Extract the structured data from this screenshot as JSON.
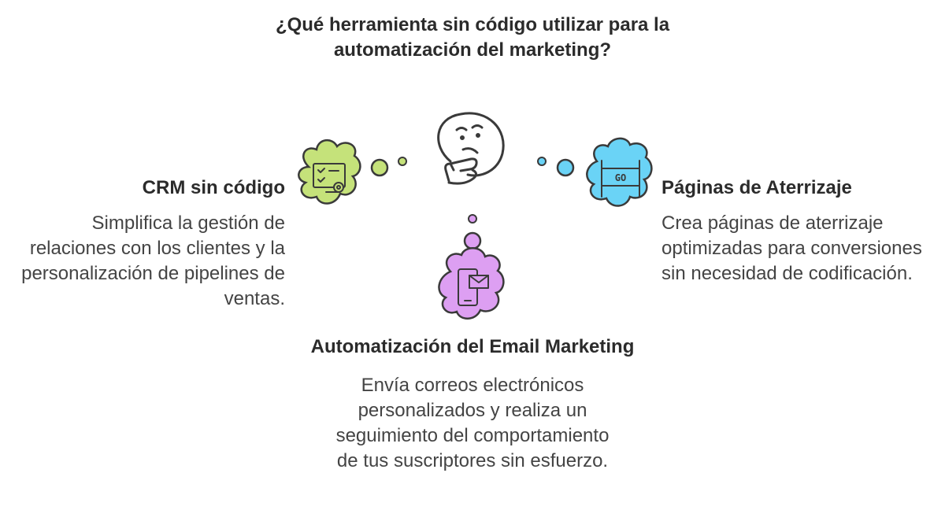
{
  "title": "¿Qué herramienta sin código utilizar para la automatización del marketing?",
  "options": {
    "crm": {
      "heading": "CRM sin código",
      "description": "Simplifica la gestión de relaciones con los clientes y la personalización de pipelines de ventas.",
      "icon": "crm-settings-icon",
      "color": "#c5e27a"
    },
    "landing": {
      "heading": "Páginas de Aterrizaje",
      "description": "Crea páginas de aterrizaje optimizadas para conversiones sin necesidad de codificación.",
      "icon": "go-sign-icon",
      "sign_text": "GO",
      "color": "#6ad3f6"
    },
    "email": {
      "heading": "Automatización del Email Marketing",
      "description": "Envía correos electrónicos personalizados y realiza un seguimiento del comportamiento de tus suscriptores sin esfuerzo.",
      "icon": "mobile-email-icon",
      "color": "#dd9ff2"
    }
  },
  "center_icon": "thinking-face-icon"
}
